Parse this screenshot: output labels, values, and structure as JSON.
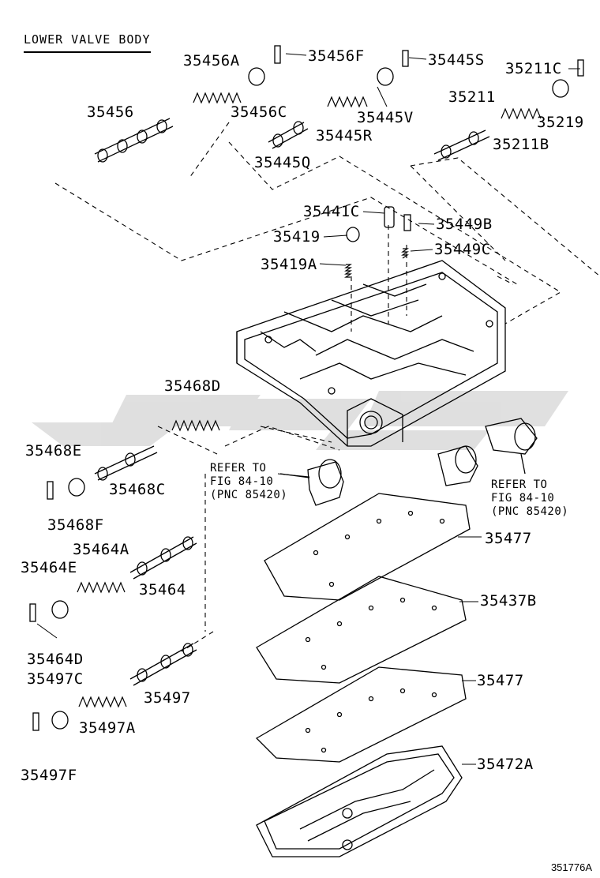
{
  "title": "LOWER VALVE BODY",
  "figure_id": "351776A",
  "references": [
    {
      "line1": "REFER TO",
      "line2": "FIG 84-10",
      "line3": "(PNC 85420)"
    },
    {
      "line1": "REFER TO",
      "line2": "FIG 84-10",
      "line3": "(PNC 85420)"
    }
  ],
  "parts": {
    "p35456A": "35456A",
    "p35456F": "35456F",
    "p35445S": "35445S",
    "p35211C": "35211C",
    "p35456": "35456",
    "p35456C": "35456C",
    "p35445V": "35445V",
    "p35211": "35211",
    "p35219": "35219",
    "p35445R": "35445R",
    "p35211B": "35211B",
    "p35445Q": "35445Q",
    "p35441C": "35441C",
    "p35449B": "35449B",
    "p35419": "35419",
    "p35449C": "35449C",
    "p35419A": "35419A",
    "p35468D": "35468D",
    "p35468E": "35468E",
    "p35468C": "35468C",
    "p35468F": "35468F",
    "p35477a": "35477",
    "p35464A": "35464A",
    "p35464E": "35464E",
    "p35464": "35464",
    "p35437B": "35437B",
    "p35464D": "35464D",
    "p35497C": "35497C",
    "p35477b": "35477",
    "p35497": "35497",
    "p35497A": "35497A",
    "p35472A": "35472A",
    "p35497F": "35497F"
  }
}
